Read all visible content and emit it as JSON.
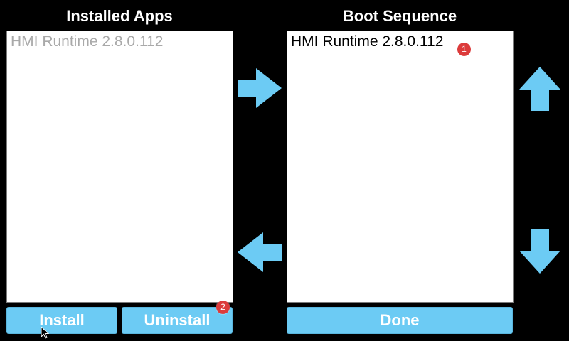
{
  "installed_apps": {
    "heading": "Installed Apps",
    "items": [
      {
        "label": "HMI Runtime 2.8.0.112"
      }
    ]
  },
  "boot_sequence": {
    "heading": "Boot Sequence",
    "items": [
      {
        "label": "HMI Runtime 2.8.0.112",
        "badge": "1"
      }
    ]
  },
  "buttons": {
    "install_label": "Install",
    "uninstall_label": "Uninstall",
    "uninstall_badge": "2",
    "done_label": "Done"
  },
  "icons": {
    "move_right": "arrow-right-icon",
    "move_left": "arrow-left-icon",
    "move_up": "arrow-up-icon",
    "move_down": "arrow-down-icon",
    "pointer": "mouse-cursor-icon"
  },
  "colors": {
    "background": "#000000",
    "accent": "#6ccbf4",
    "badge": "#dc3b3b",
    "list_background": "#ffffff",
    "disabled_text": "#a9a9a9"
  }
}
